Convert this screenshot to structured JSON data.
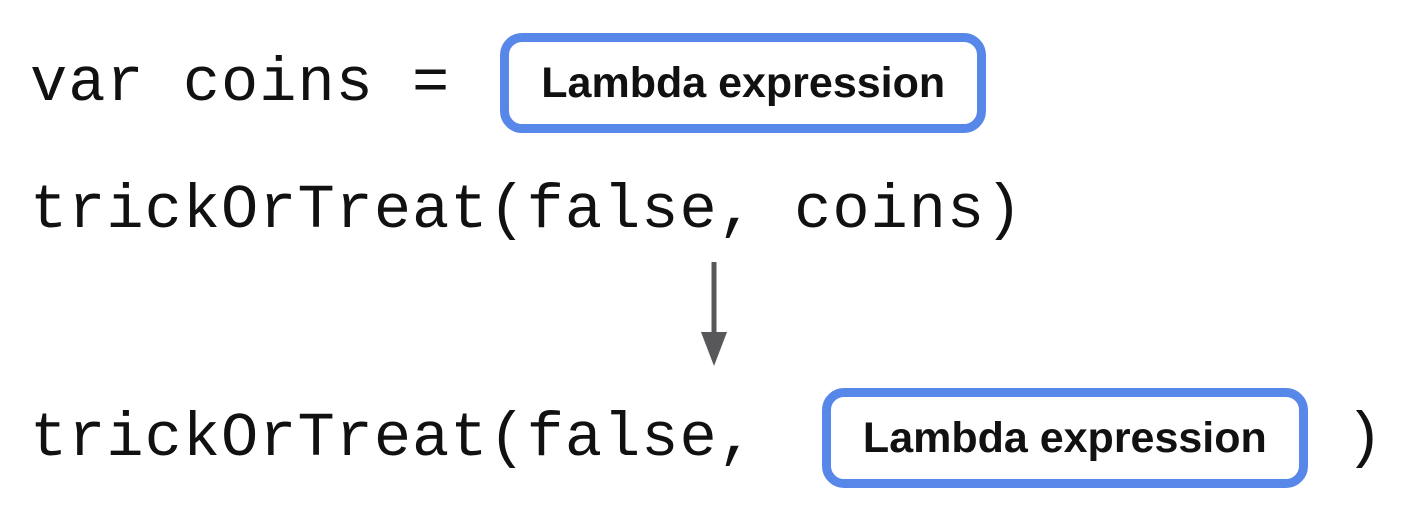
{
  "diagram": {
    "declaration": {
      "code": "var coins ="
    },
    "call_before": {
      "code": "trickOrTreat(false, coins)"
    },
    "call_after": {
      "code_before": "trickOrTreat(false,",
      "code_after": ")"
    },
    "box1_label": "Lambda expression",
    "box2_label": "Lambda expression",
    "icons": {
      "arrow": "down-arrow"
    },
    "colors": {
      "box_border": "#5787e8",
      "code_text": "#111111",
      "label_text": "#111111",
      "arrow": "#58585a",
      "background": "#ffffff"
    }
  }
}
